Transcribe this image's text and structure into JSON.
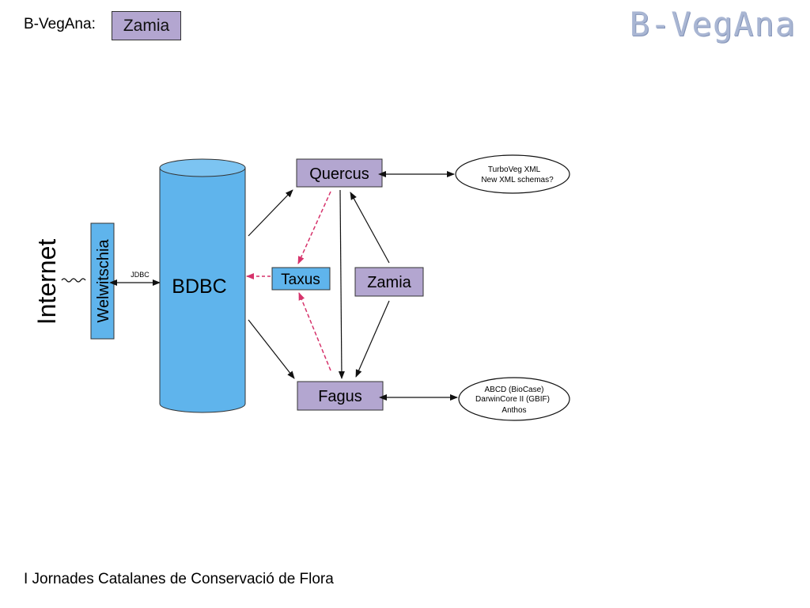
{
  "header": {
    "label": "B-VegAna:",
    "box": "Zamia",
    "logo": "B-VegAna"
  },
  "diagram": {
    "internet": "Internet",
    "welwitschia": "Welwitschia",
    "jdbc": "JDBC",
    "bdbc": "BDBC",
    "quercus": "Quercus",
    "taxus": "Taxus",
    "zamia": "Zamia",
    "fagus": "Fagus",
    "ellipse_top": [
      "TurboVeg XML",
      "New XML schemas?"
    ],
    "ellipse_bottom": [
      "ABCD (BioCase)",
      "DarwinCore II (GBIF)",
      "Anthos"
    ]
  },
  "footer": {
    "text": "I Jornades Catalanes de Conservació de Flora"
  },
  "colors": {
    "box_purple": "#b3a6d0",
    "blue": "#5fb4ec",
    "arrow_pink": "#d6336b",
    "logo": "#a9b6d3"
  }
}
